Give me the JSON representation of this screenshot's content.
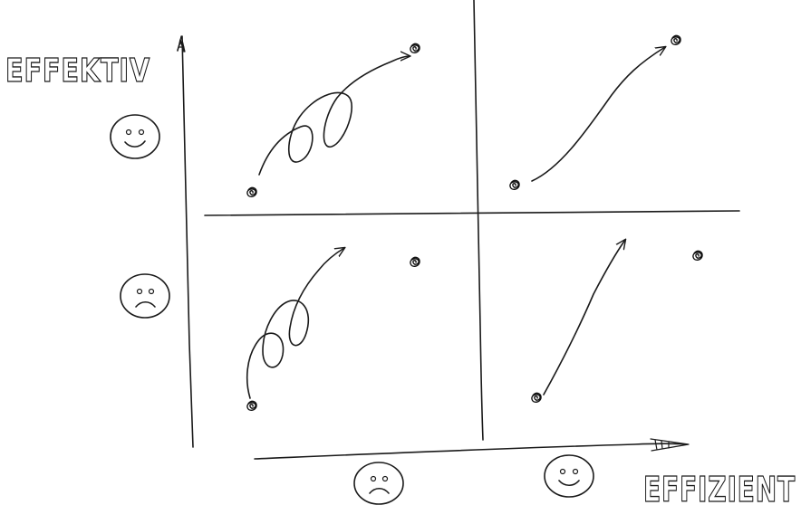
{
  "axis_labels": {
    "y": "EFFEKTIV",
    "x": "EFFIZIENT"
  },
  "faces": {
    "y_top": "happy",
    "y_bottom": "sad",
    "x_left": "sad",
    "x_right": "happy"
  },
  "quadrants": [
    {
      "id": "top-left",
      "path": "looping arrow reaching the goal"
    },
    {
      "id": "top-right",
      "path": "direct arrow reaching the goal"
    },
    {
      "id": "bottom-left",
      "path": "looping arrow missing the goal"
    },
    {
      "id": "bottom-right",
      "path": "direct arrow missing the goal"
    }
  ],
  "colors": {
    "ink": "#1a1a1a",
    "background": "#ffffff"
  }
}
